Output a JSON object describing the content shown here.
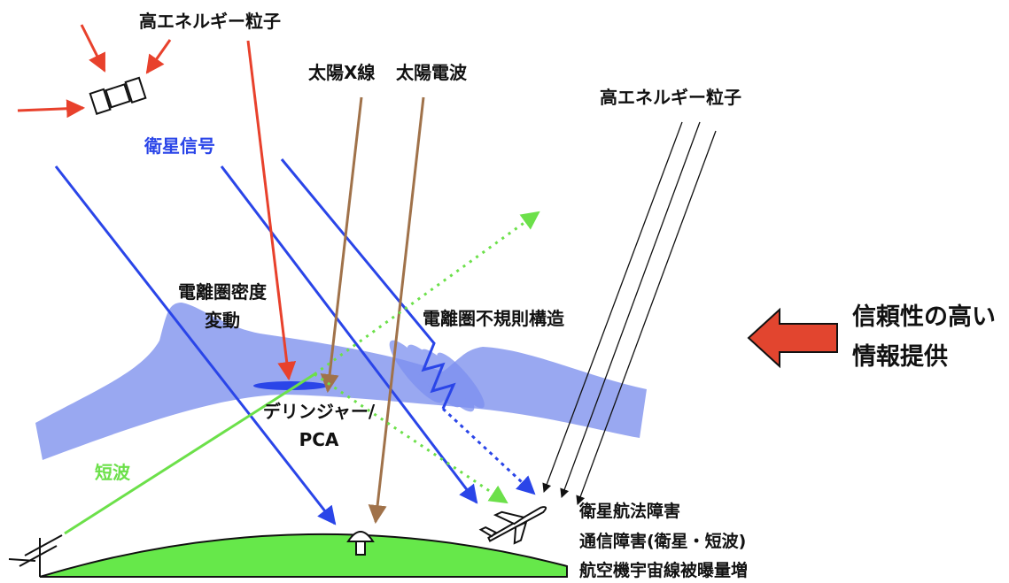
{
  "labels": {
    "particles_top": "高エネルギー粒子",
    "solar_xray": "太陽X線",
    "solar_radio": "太陽電波",
    "particles_right": "高エネルギー粒子",
    "satellite_signal": "衛星信号",
    "iono_density_line1": "電離圏密度",
    "iono_density_line2": "変動",
    "iono_irregular": "電離圏不規則構造",
    "dellinger_line1": "デリンジャー/",
    "dellinger_line2": "PCA",
    "shortwave": "短波",
    "info_line1": "信頼性の高い",
    "info_line2": "情報提供",
    "impact_1": "衛星航法障害",
    "impact_2": "通信障害(衛星・短波)",
    "impact_3": "航空機宇宙線被曝量増"
  },
  "colors": {
    "particle_red": "#e8412c",
    "signal_blue": "#2a45e8",
    "solar_brown": "#a0724a",
    "shortwave_green": "#6ce04a",
    "ionosphere_fill": "#8e9ff0",
    "ground_green": "#66e84a",
    "arrow_red": "#e2452f"
  },
  "icons": {
    "satellite": "satellite-icon",
    "aircraft": "airplane-icon",
    "antenna": "antenna-icon",
    "radar": "radar-dish-icon"
  }
}
